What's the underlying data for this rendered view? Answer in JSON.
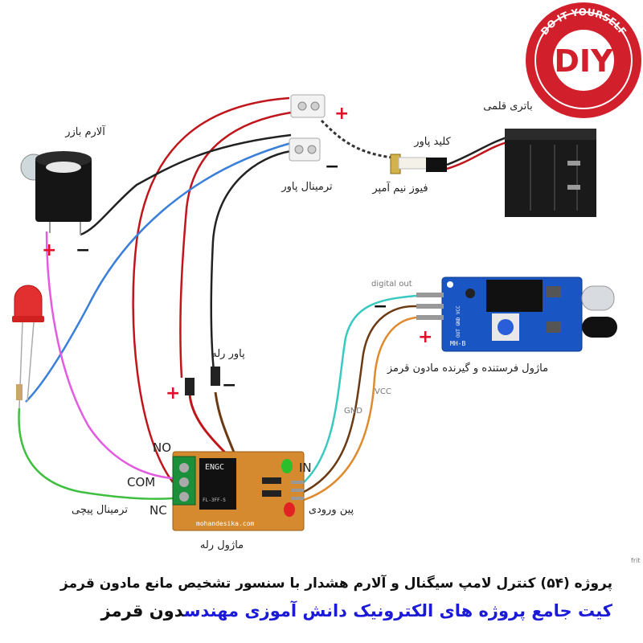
{
  "labels": {
    "buzzer": "آلارم بازر",
    "battery": "باتری قلمی",
    "power_switch": "کلید پاور",
    "fuse": "فیوز نیم آمپر",
    "power_terminal": "ترمینال پاور",
    "relay_power": "پاور رله",
    "ir_module": "ماژول فرستنده و گیرنده مادون قرمز",
    "screw_terminal": "ترمینال پیچی",
    "input_pin": "پین ورودی",
    "relay_module": "ماژول رله",
    "no": "NO",
    "com": "COM",
    "nc": "NC",
    "in": "IN",
    "digital_out": "digital out",
    "gnd": "GND",
    "vcc": "VCC",
    "mark": "frit"
  },
  "signs": {
    "plus": "+",
    "minus": "−"
  },
  "badge": {
    "text": "DIY",
    "ring_text": "DO IT YOURSELF"
  },
  "pcb": {
    "relay_brand": "mohandesika.com",
    "relay_logo": "ΕΝGC",
    "relay_part": "FL-3FF-S",
    "ir_model": "MH-B",
    "ir_pins": "OUT GND VCC"
  },
  "footer": {
    "line1": "پروژه (۵۴) کنترل لامپ سیگنال و آلارم هشدار با سنسور تشخیص مانع مادون قرمز",
    "line2_blue": "کیت جامع پروژه های الکترونیک دانش آموزی مهندس",
    "line2_black": "دون قرمز"
  },
  "colors": {
    "red_wire": "#c0161b",
    "blue_wire": "#3a7fd9",
    "black_wire": "#222222",
    "pink_wire": "#e25ce0",
    "green_wire": "#3fbf3f",
    "cyan_wire": "#38c9c0",
    "brown_wire": "#6b3a12",
    "orange_wire": "#e08a2e",
    "sign_red": "#e0102a",
    "pcb_blue": "#1a55c4",
    "relay_pcb": "#d58a2f",
    "footer_blue": "#1a1ad8"
  }
}
